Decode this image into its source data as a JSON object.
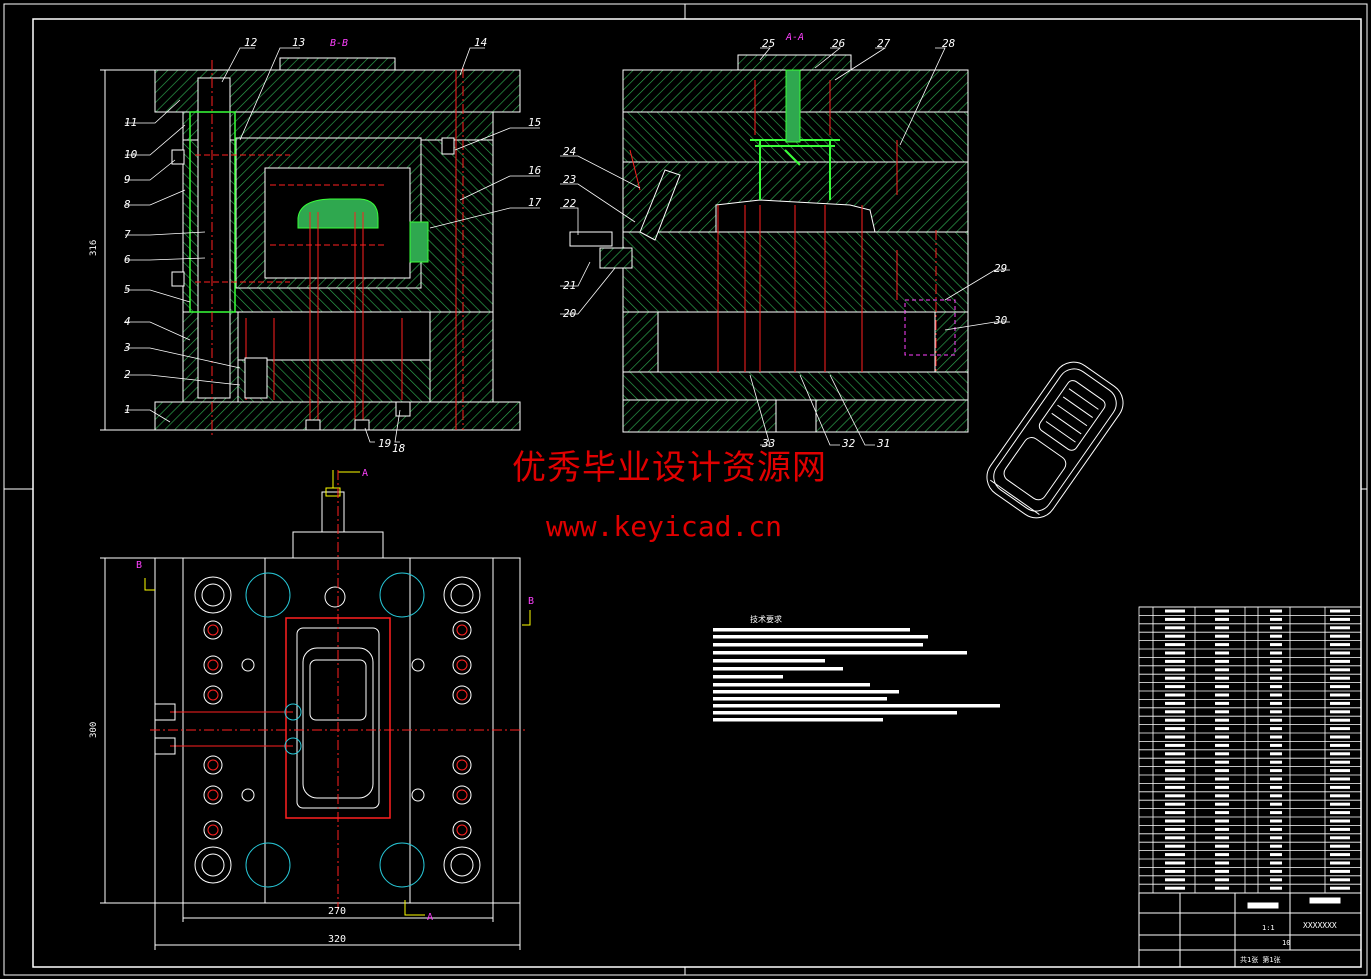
{
  "watermark": {
    "line1": "优秀毕业设计资源网",
    "line2": "www.keyicad.cn"
  },
  "section_labels": {
    "left": "B-B",
    "right": "A-A"
  },
  "cut_markers": {
    "a": "A",
    "b": "B"
  },
  "dimensions": {
    "height_left": "316",
    "height_plan": "300",
    "width_inner": "270",
    "width_outer": "320"
  },
  "balloons": {
    "left": [
      "11",
      "10",
      "9",
      "8",
      "7",
      "6",
      "5",
      "4",
      "3",
      "2",
      "1",
      "12",
      "13",
      "14",
      "15",
      "16",
      "17",
      "18",
      "19"
    ],
    "right": [
      "24",
      "23",
      "22",
      "21",
      "20",
      "25",
      "26",
      "27",
      "28",
      "29",
      "30",
      "33",
      "32",
      "31"
    ]
  },
  "tech_requirements": {
    "heading": "技术要求"
  },
  "title_block": {
    "scale_hint": "1:1",
    "sheet_no": "10",
    "drawing_no": "XXXXXXX",
    "sheet_text": "共1张 第1张"
  },
  "colors": {
    "background": "#000000",
    "linework": "#ffffff",
    "hatch": "#2fa84f",
    "center": "#ff2020",
    "highlight": "#39ff39",
    "cyan": "#27c6d6",
    "magenta": "#ff40ff",
    "yellow": "#ffff00",
    "watermark": "#e00000"
  }
}
